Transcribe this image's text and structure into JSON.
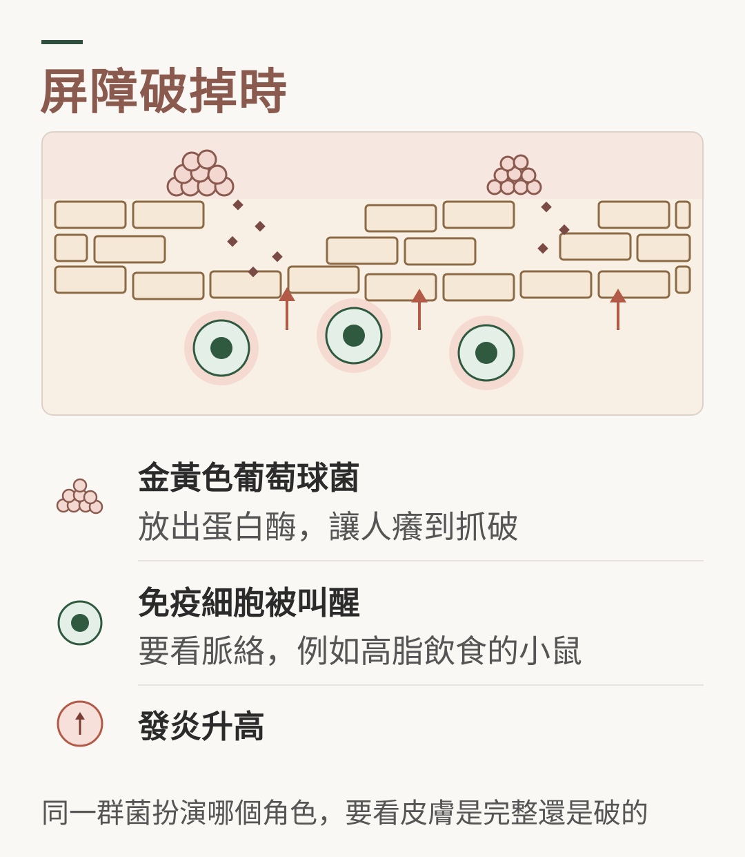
{
  "header": {
    "title": "屏障破掉時"
  },
  "diagram": {
    "icons": {
      "bacteria": "staphylococcus-cluster-icon",
      "immune_cell": "immune-cell-icon",
      "inflammation": "up-arrow-icon"
    },
    "colors": {
      "skin_surface": "#f6e7e0",
      "skin_layer": "#f8f0e4",
      "brick_fill": "#f6e8d6",
      "brick_stroke": "#8c6a46",
      "bacteria_fill": "#f2d8d1",
      "bacteria_stroke": "#8b5a4f",
      "particle": "#7a4a44",
      "arrow": "#b25a47",
      "cell_glow": "#f4d6cf",
      "cell_body": "#e3efe7",
      "cell_nucleus": "#2f5a3f"
    }
  },
  "legend": [
    {
      "title": "金黃色葡萄球菌",
      "description": "放出蛋白酶，讓人癢到抓破"
    },
    {
      "title": "免疫細胞被叫醒",
      "description": "要看脈絡，例如高脂飲食的小鼠"
    },
    {
      "title": "發炎升高",
      "description": ""
    }
  ],
  "footer": {
    "caption": "同一群菌扮演哪個角色，要看皮膚是完整還是破的"
  }
}
